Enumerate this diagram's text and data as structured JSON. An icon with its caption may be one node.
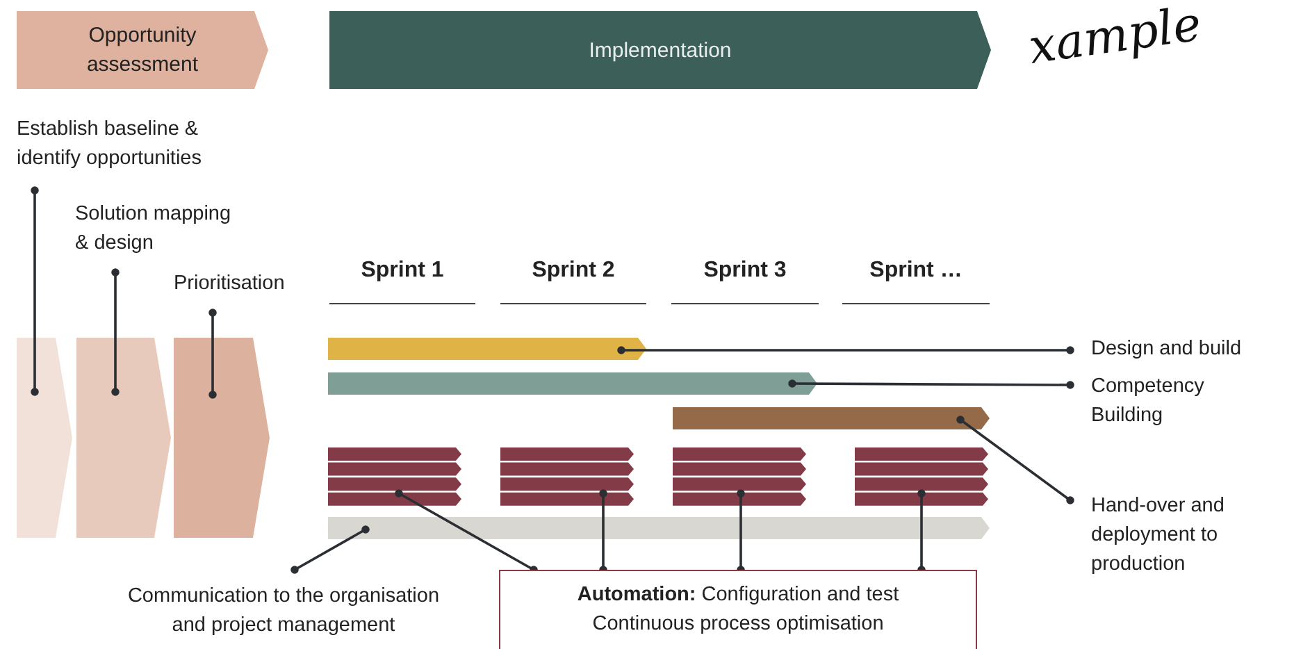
{
  "diagram": {
    "nodes": [
      {
        "text": [
          "Opportunity assessment"
        ]
      },
      {
        "text": [
          "Implementation"
        ]
      },
      {
        "text": [
          "Establish baseline & identify opportunities"
        ]
      },
      {
        "text": [
          "Solution mapping & design"
        ]
      },
      {
        "text": [
          "Prioritisation"
        ]
      },
      {
        "text": [],
        "shape": "chevron"
      },
      {
        "text": [],
        "shape": "chevron"
      },
      {
        "text": [],
        "shape": "chevron"
      },
      {
        "text": [],
        "shape": "bar"
      },
      {
        "text": [],
        "shape": "bar"
      },
      {
        "text": [],
        "shape": "bar"
      },
      {
        "text": [],
        "shape": "bar"
      },
      {
        "text": [],
        "shape": "bar"
      },
      {
        "text": [],
        "shape": "bar"
      },
      {
        "text": [],
        "shape": "bar"
      },
      {
        "text": [],
        "shape": "bar"
      },
      {
        "text": [
          "Design and build"
        ]
      },
      {
        "text": [
          "Competency Building"
        ]
      },
      {
        "text": [
          "Hand-over and deployment to production"
        ]
      },
      {
        "text": [
          "Communication to the organisation and project management"
        ]
      },
      {
        "text": [
          "**Automation:** Configuration and test Continuous process optimisation"
        ]
      }
    ],
    "edges": [
      {
        "from": 2,
        "to": 5,
        "arrow": "other"
      },
      {
        "from": 3,
        "to": 6,
        "arrow": "other"
      },
      {
        "from": 4,
        "to": 7,
        "arrow": "other"
      },
      {
        "from": 16,
        "to": 8,
        "arrow": "other"
      },
      {
        "from": 17,
        "to": 9,
        "arrow": "other"
      },
      {
        "from": 18,
        "to": 10,
        "arrow": "other"
      },
      {
        "from": 19,
        "to": 15,
        "arrow": "other"
      },
      {
        "from": 20,
        "to": 11,
        "arrow": "other"
      },
      {
        "from": 20,
        "to": 12,
        "arrow": "other"
      },
      {
        "from": 20,
        "to": 13,
        "arrow": "other"
      },
      {
        "from": 20,
        "to": 14,
        "arrow": "other"
      }
    ],
    "labels": [
      "xample",
      "Sprint 1",
      "Sprint 2",
      "Sprint 3",
      "Sprint …"
    ]
  }
}
